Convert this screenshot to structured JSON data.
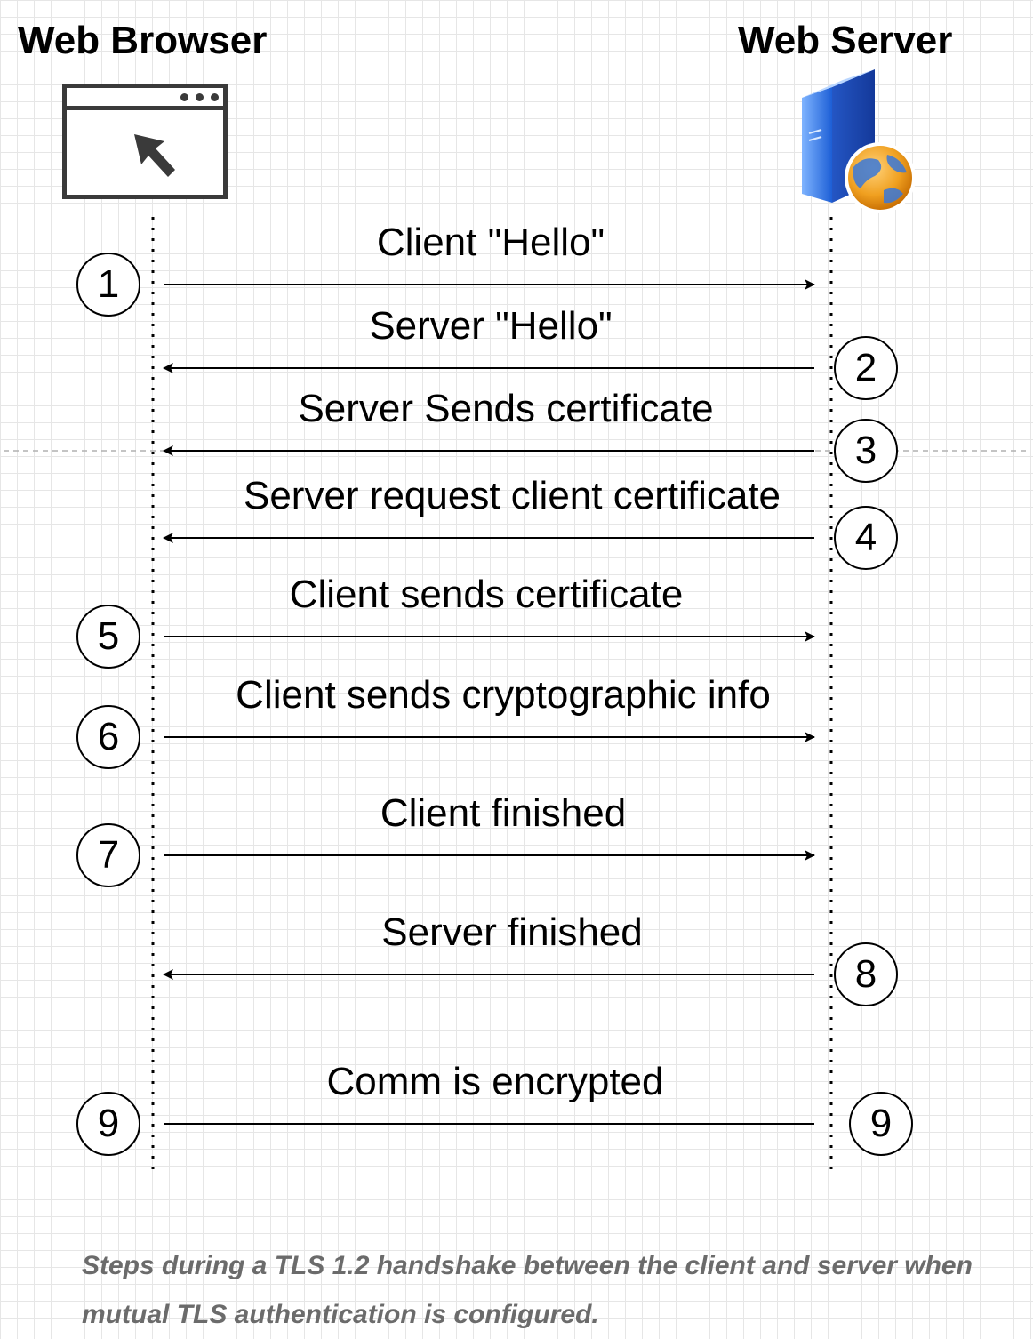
{
  "participants": {
    "client": "Web Browser",
    "server": "Web Server"
  },
  "messages": [
    {
      "step": "1",
      "label": "Client \"Hello\"",
      "direction": "client-to-server"
    },
    {
      "step": "2",
      "label": "Server \"Hello\"",
      "direction": "server-to-client"
    },
    {
      "step": "3",
      "label": "Server Sends certificate",
      "direction": "server-to-client"
    },
    {
      "step": "4",
      "label": "Server request client certificate",
      "direction": "server-to-client"
    },
    {
      "step": "5",
      "label": "Client sends certificate",
      "direction": "client-to-server"
    },
    {
      "step": "6",
      "label": "Client sends cryptographic info",
      "direction": "client-to-server"
    },
    {
      "step": "7",
      "label": "Client finished",
      "direction": "client-to-server"
    },
    {
      "step": "8",
      "label": "Server finished",
      "direction": "server-to-client"
    },
    {
      "step": "9",
      "label": "Comm is encrypted",
      "direction": "both"
    }
  ],
  "caption": "Steps during a TLS 1.2 handshake between the client and server when mutual TLS authentication is configured.",
  "icons": {
    "client": "browser-window-icon",
    "server": "web-server-globe-icon"
  },
  "colors": {
    "line": "#000000",
    "caption": "#6b6b6b",
    "server_blue": "#2f6fe0",
    "globe_orange": "#f0a020"
  }
}
